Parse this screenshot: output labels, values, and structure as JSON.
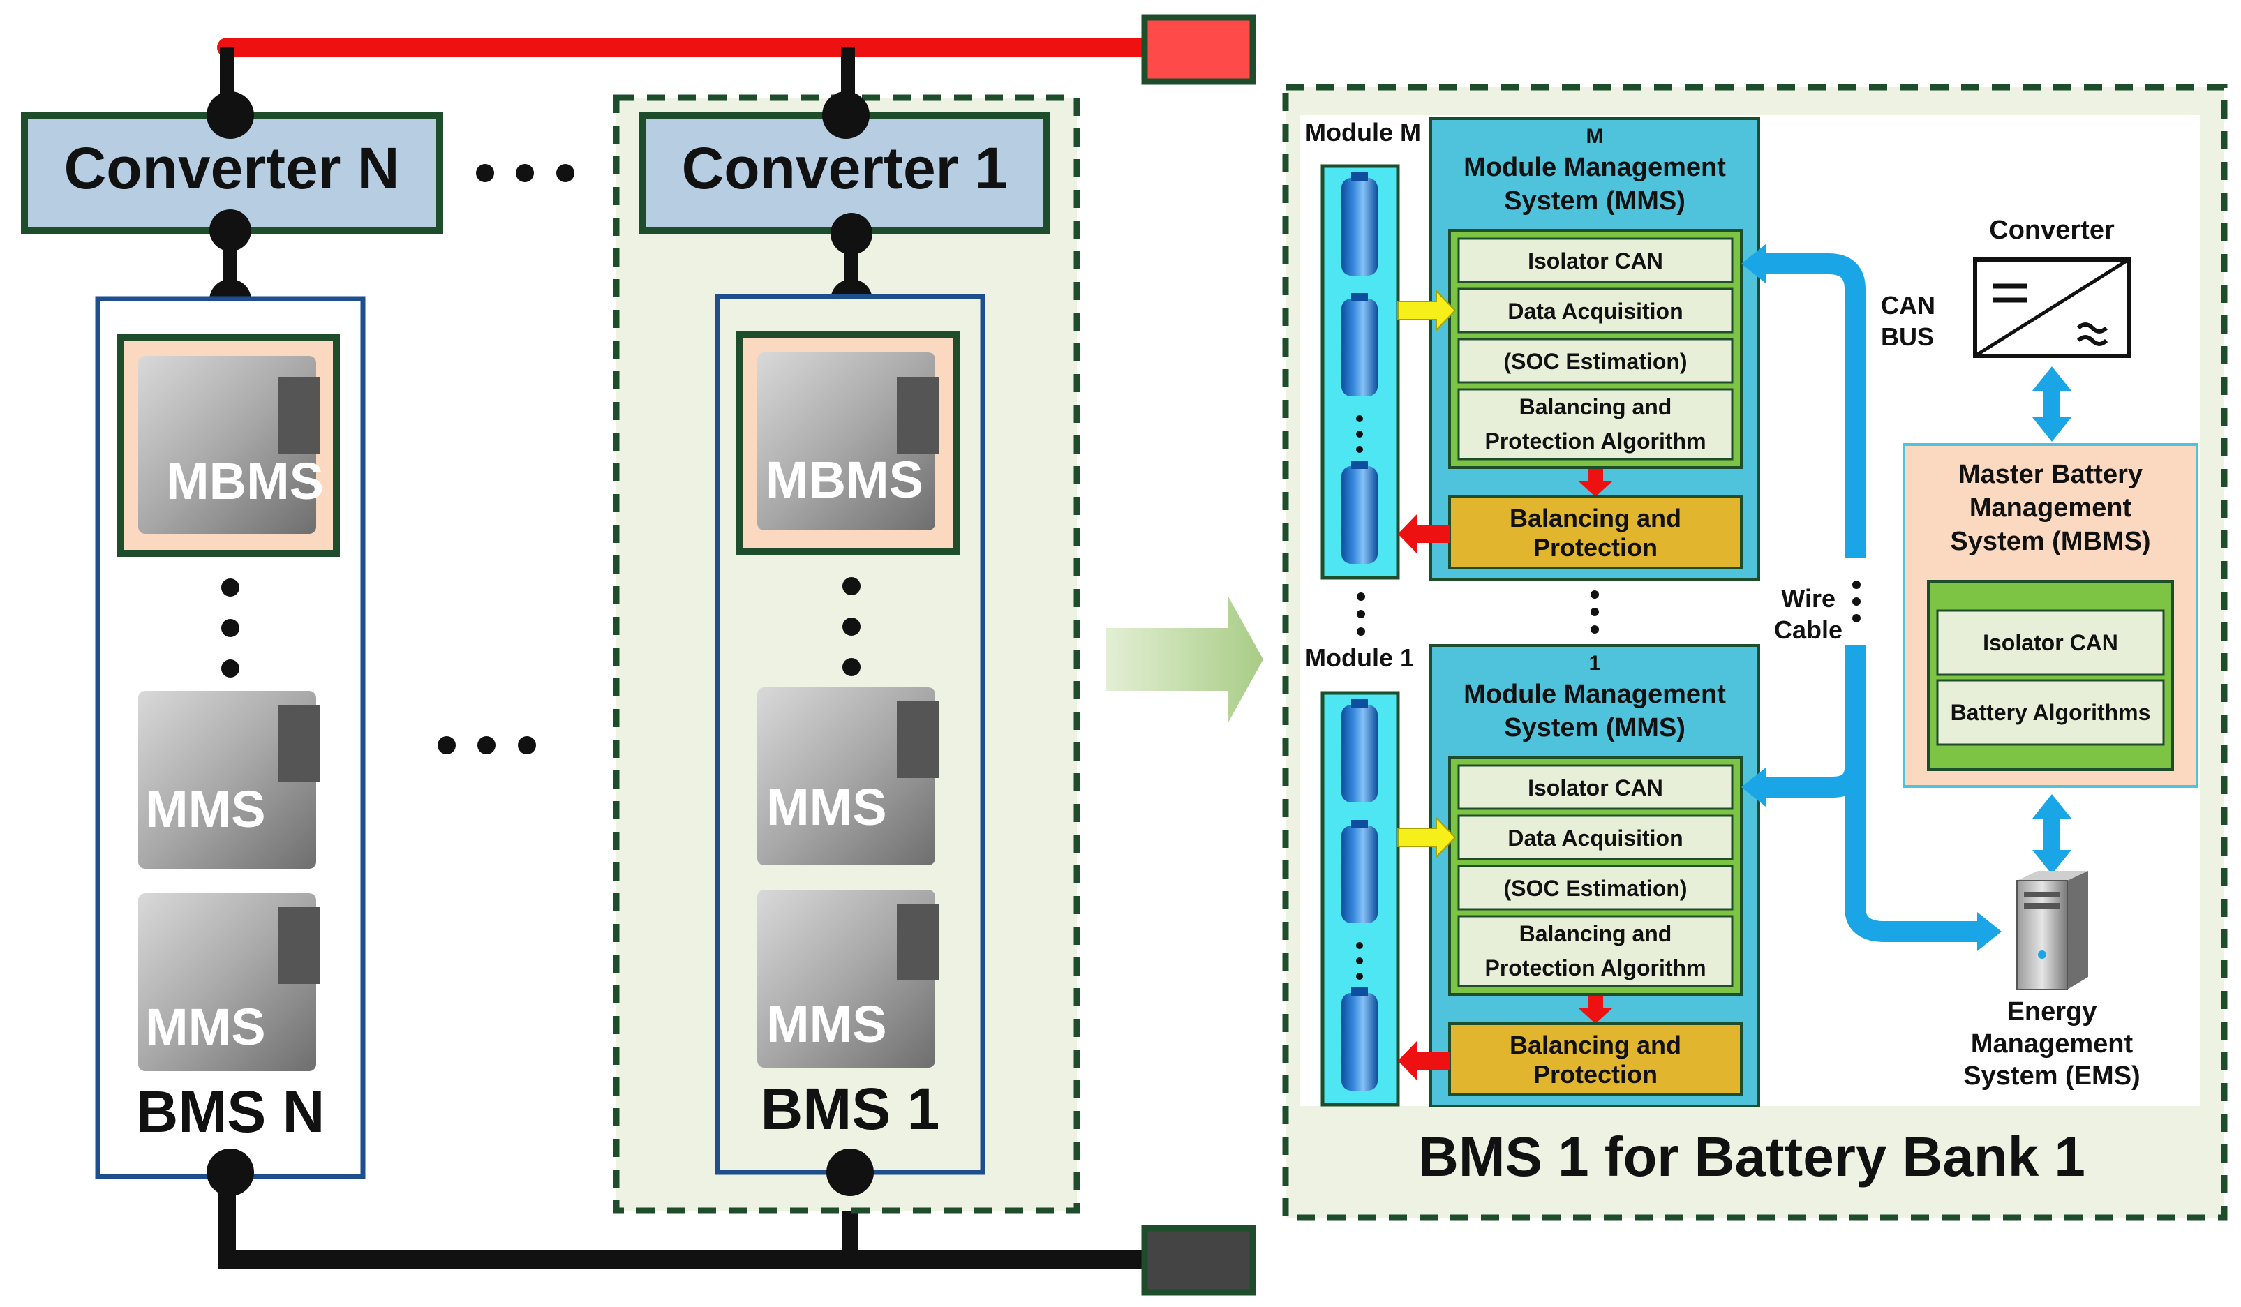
{
  "left": {
    "converter_n": "Converter N",
    "converter_1": "Converter 1",
    "mbms": "MBMS",
    "mms": "MMS",
    "bms_n": "BMS N",
    "bms_1": "BMS 1"
  },
  "right": {
    "module_m_label": "Module M",
    "module_1_label": "Module 1",
    "mms_m_index": "M",
    "mms_1_index": "1",
    "mms_title_line1": "Module Management",
    "mms_title_line2": "System  (MMS)",
    "rows": [
      "Isolator CAN",
      "Data Acquisition",
      "(SOC Estimation)",
      "Balancing and",
      "Protection Algorithm"
    ],
    "balancing_line1": "Balancing and",
    "balancing_line2": "Protection",
    "can_bus_line1": "CAN",
    "can_bus_line2": "BUS",
    "wire_line1": "Wire",
    "wire_line2": "Cable",
    "converter": "Converter",
    "mbms_title": [
      "Master Battery",
      "Management",
      "System (MBMS)"
    ],
    "mbms_rows": [
      "Isolator CAN",
      "Battery Algorithms"
    ],
    "ems_title": [
      "Energy",
      "Management",
      "System (EMS)"
    ],
    "footer": "BMS 1 for Battery Bank 1"
  },
  "colors": {
    "positive_bus": "#ee1111",
    "negative_bus": "#111111",
    "converter_fill": "#b7cde2",
    "frame_green": "#1e4d2b",
    "bms_blue": "#1f4e8c",
    "mms_cyan": "#4fc3dc",
    "algo_green": "#7dc444",
    "balancing_gold": "#e2b52e",
    "can_blue": "#1aa6e6",
    "mbms_peach": "#fbd9c0"
  }
}
